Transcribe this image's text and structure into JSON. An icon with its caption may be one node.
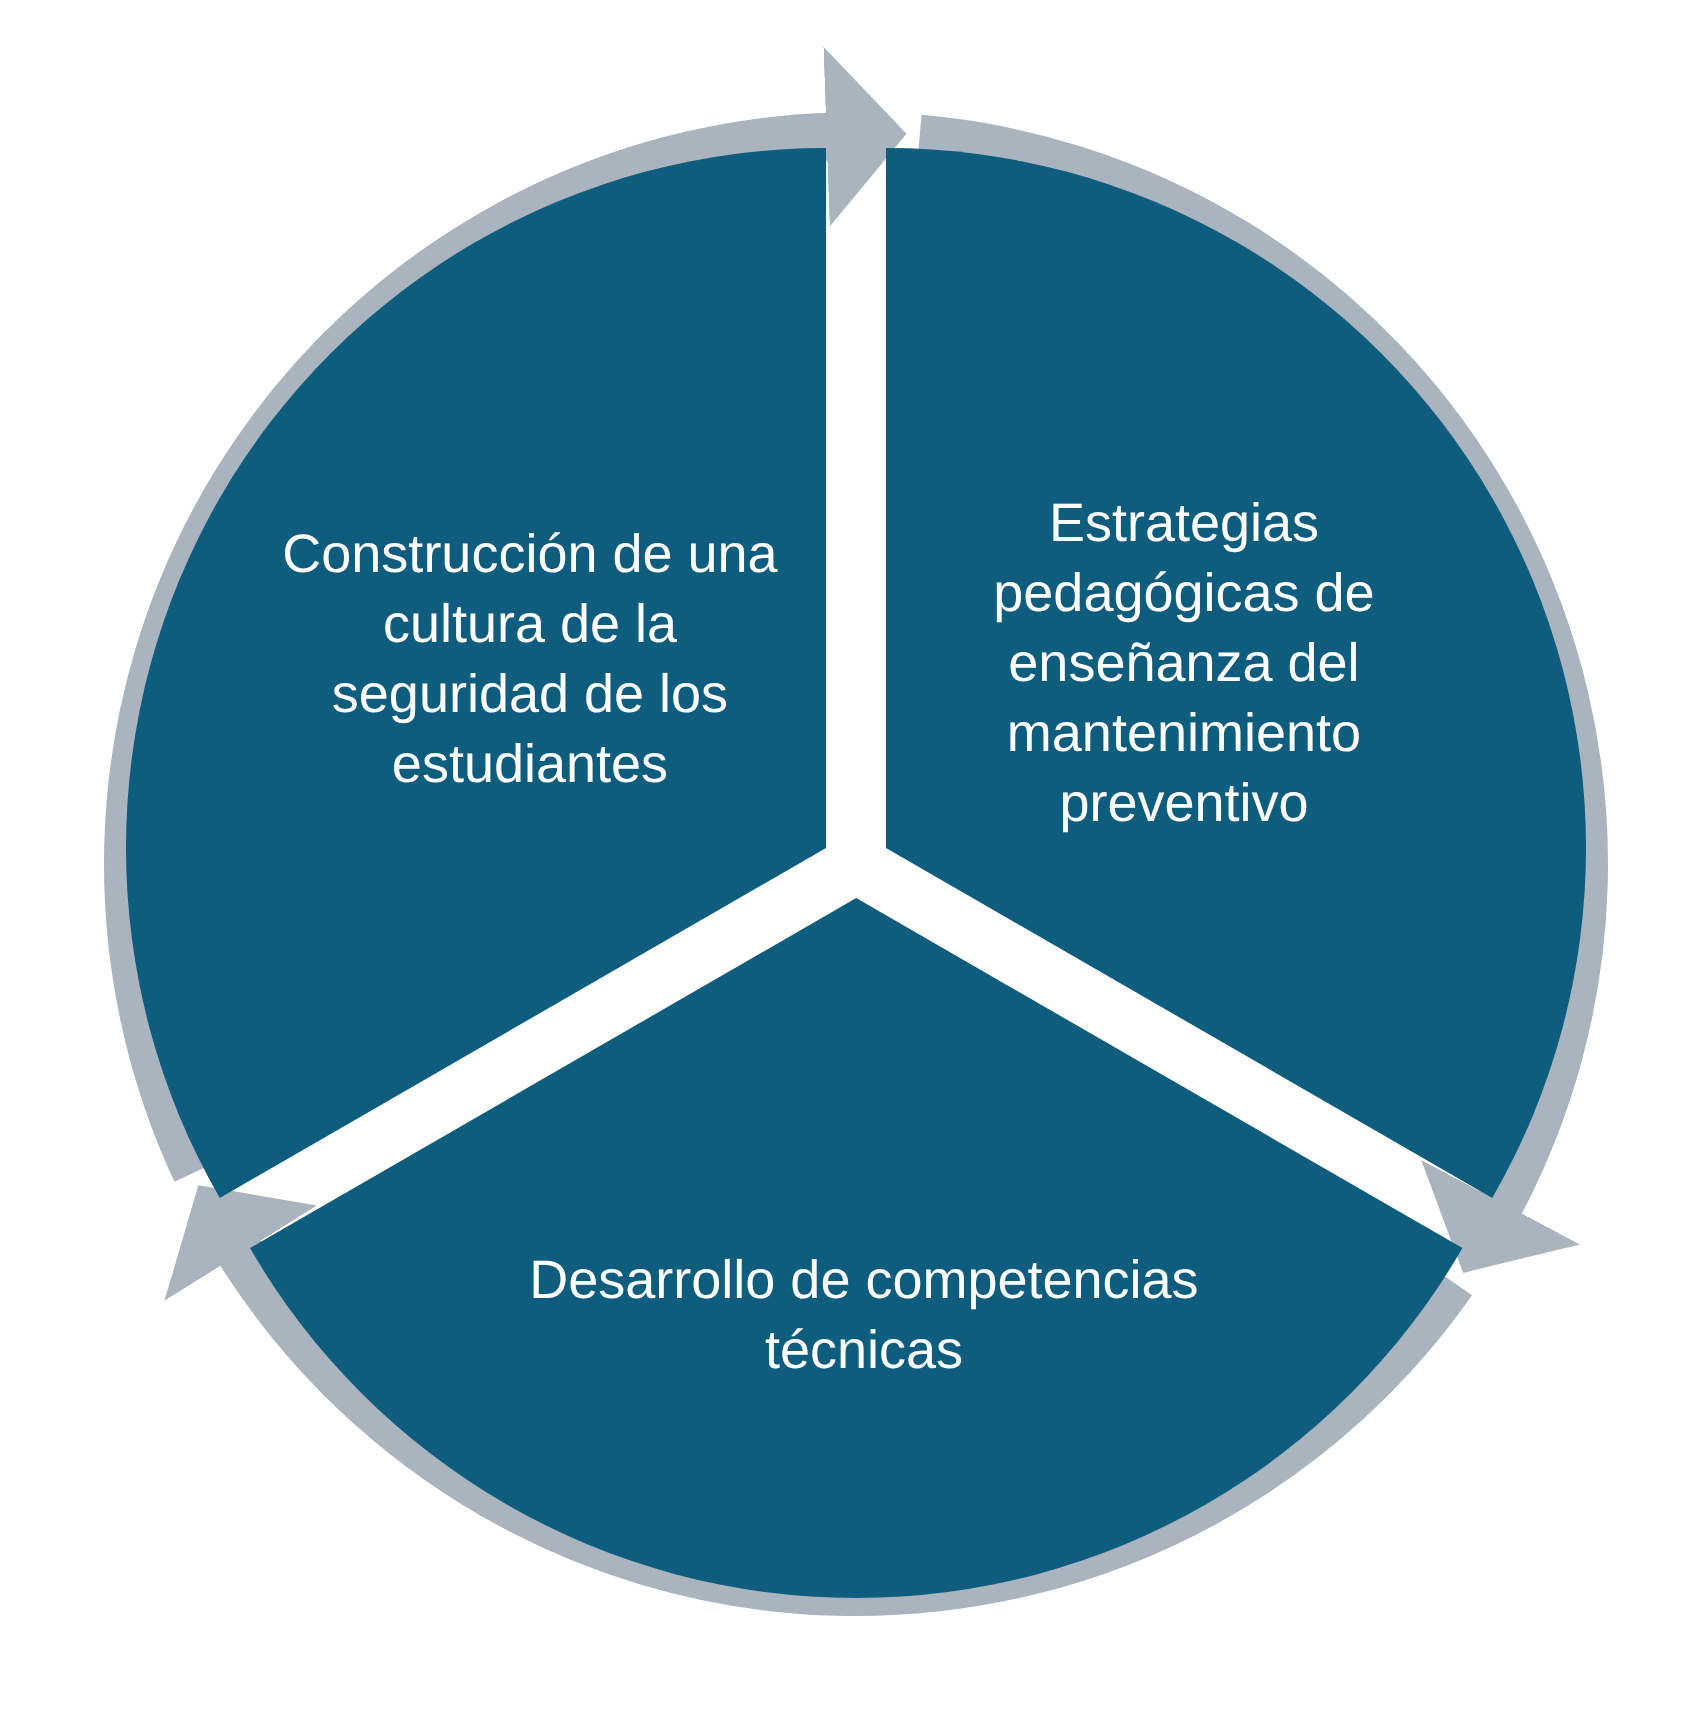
{
  "diagram": {
    "nodes": [
      {
        "text": [
          "Construcción de una cultura de la seguridad de los estudiantes"
        ]
      },
      {
        "text": [
          "Estrategias pedagógicas de enseñanza del mantenimiento preventivo"
        ]
      },
      {
        "text": [
          "Desarrollo de competencias técnicas"
        ]
      }
    ],
    "edges": [
      {
        "from": 0,
        "to": 1,
        "arrow": "to"
      },
      {
        "from": 1,
        "to": 2,
        "arrow": "to"
      },
      {
        "from": 2,
        "to": 0,
        "arrow": "to"
      }
    ]
  }
}
